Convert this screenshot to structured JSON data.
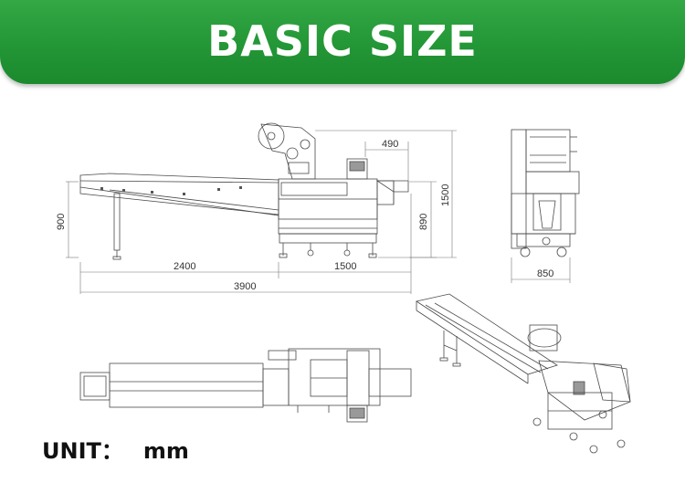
{
  "banner": {
    "title": "BASIC SIZE"
  },
  "dimensions": {
    "top_width": "490",
    "total_height": "1500",
    "table_height": "890",
    "infeed_height": "900",
    "infeed_length": "2400",
    "body_length": "1500",
    "total_length": "3900",
    "side_width": "850"
  },
  "unit": {
    "label": "UNIT：",
    "value": "mm"
  }
}
